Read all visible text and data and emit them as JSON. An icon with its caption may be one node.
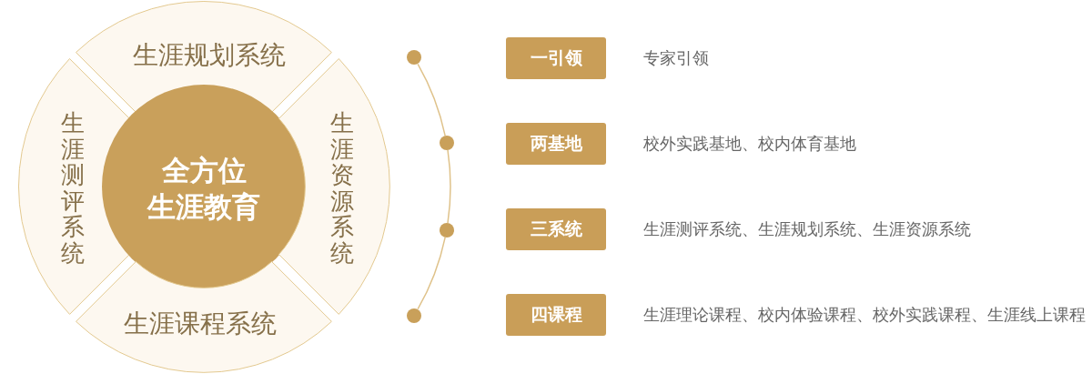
{
  "diagram": {
    "nodes": [
      {
        "text": [
          "生涯规划系统"
        ]
      },
      {
        "text": [
          "生涯测评系统"
        ]
      },
      {
        "text": [
          "全方位",
          "生涯教育"
        ]
      },
      {
        "text": [
          "生涯资源系统"
        ]
      },
      {
        "text": [
          "生涯课程系统"
        ]
      },
      {
        "text": [],
        "shape": "circle"
      },
      {
        "text": [],
        "shape": "circle"
      },
      {
        "text": [],
        "shape": "circle"
      },
      {
        "text": [],
        "shape": "circle"
      },
      {
        "text": [
          "一引领"
        ],
        "beside": [
          "专家引领"
        ]
      },
      {
        "text": [
          "两基地"
        ],
        "beside": [
          "校外实践基地、校内体育基地"
        ]
      },
      {
        "text": [
          "三系统"
        ],
        "beside": [
          "生涯测评系统、生涯规划系统、生涯资源系统"
        ]
      },
      {
        "text": [
          "四课程"
        ],
        "beside": [
          "生涯理论课程、校内体验课程、校外实践课程、生涯线上课程"
        ]
      }
    ],
    "edges": [
      {
        "from": 5,
        "to": 6,
        "arrow": "none"
      },
      {
        "from": 6,
        "to": 7,
        "arrow": "none"
      },
      {
        "from": 7,
        "to": 8,
        "arrow": "none"
      }
    ]
  }
}
